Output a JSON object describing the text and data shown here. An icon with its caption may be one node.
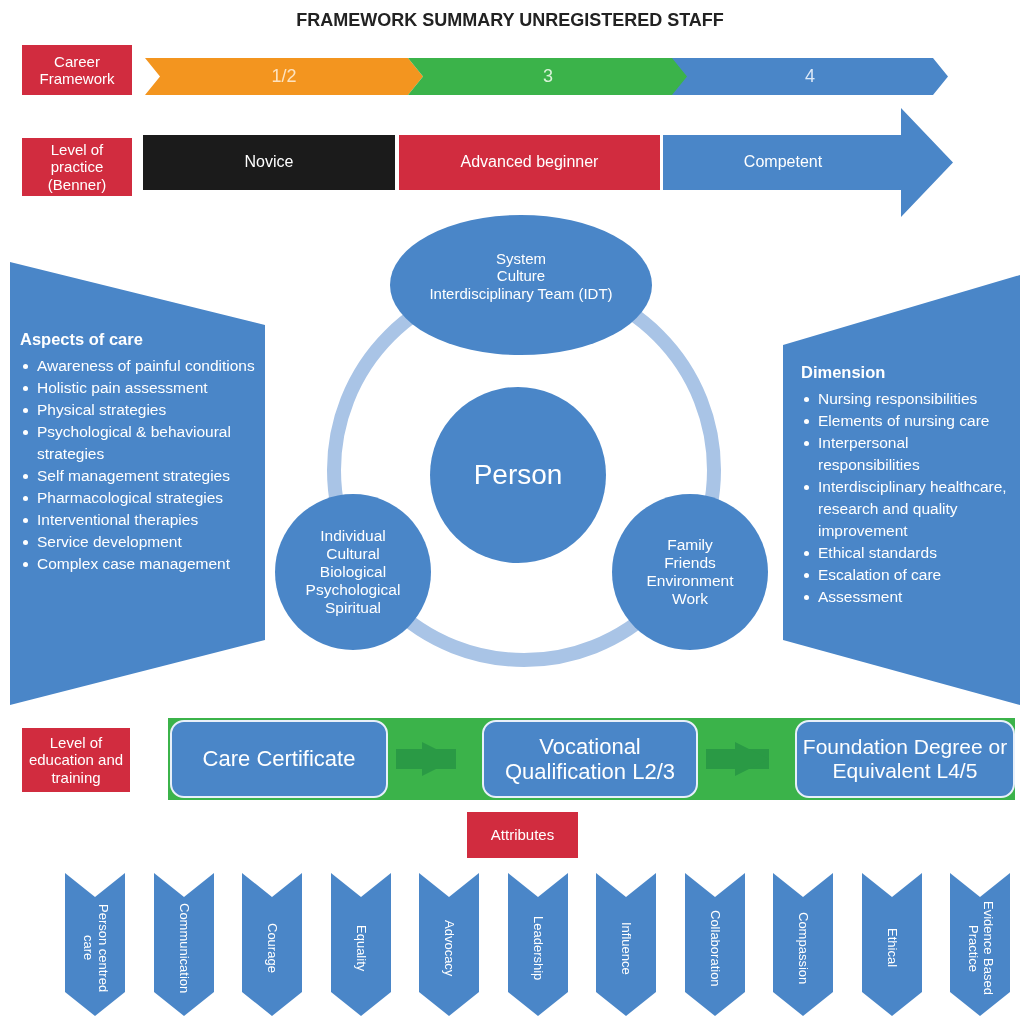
{
  "diagram": {
    "title": "FRAMEWORK SUMMARY UNREGISTERED STAFF",
    "nodes": [
      {
        "text": [
          "Career Framework"
        ]
      },
      {
        "text": [
          "1/2"
        ]
      },
      {
        "text": [
          "3"
        ]
      },
      {
        "text": [
          "4"
        ]
      },
      {
        "text": [
          "Level of practice (Benner)"
        ]
      },
      {
        "text": [
          "Novice"
        ]
      },
      {
        "text": [
          "Advanced beginner"
        ]
      },
      {
        "text": [
          "Competent"
        ]
      },
      {
        "text": [
          "System",
          "Culture",
          "Interdisciplinary Team (IDT)"
        ]
      },
      {
        "text": [
          "Aspects of care",
          "Awareness of painful conditions",
          "Holistic pain assessment",
          "Physical strategies",
          "Psychological & behavioural strategies",
          "Self management strategies",
          "Pharmacological strategies",
          "Interventional therapies",
          "Service development",
          "Complex case management"
        ]
      },
      {
        "text": [
          "Person"
        ]
      },
      {
        "text": [
          "Dimension",
          "Nursing responsibilities",
          "Elements of nursing care",
          "Interpersonal responsibilities",
          "Interdisciplinary healthcare, research and quality improvement",
          "Ethical standards",
          "Escalation of care",
          "Assessment"
        ]
      },
      {
        "text": [
          "Individual",
          "Cultural",
          "Biological",
          "Psychological",
          "Spiritual"
        ]
      },
      {
        "text": [
          "Family",
          "Friends",
          "Environment",
          "Work"
        ]
      },
      {
        "text": [
          "Level of education and training"
        ]
      },
      {
        "text": [
          "Care Certificate"
        ]
      },
      {
        "text": [
          "Vocational Qualification L2/3"
        ]
      },
      {
        "text": [
          "Foundation Degree or Equivalent L4/5"
        ]
      },
      {
        "text": [
          "Attributes"
        ]
      },
      {
        "text": [
          "Person centred care"
        ]
      },
      {
        "text": [
          "Communication"
        ]
      },
      {
        "text": [
          "Courage"
        ]
      },
      {
        "text": [
          "Equality"
        ]
      },
      {
        "text": [
          "Advocacy"
        ]
      },
      {
        "text": [
          "Leadership"
        ]
      },
      {
        "text": [
          "Influence"
        ]
      },
      {
        "text": [
          "Collaboration"
        ]
      },
      {
        "text": [
          "Compassion"
        ]
      },
      {
        "text": [
          "Ethical"
        ]
      },
      {
        "text": [
          "Evidence Based Practice"
        ]
      }
    ],
    "edges": [
      {
        "from": 15,
        "to": 16,
        "arrow": "to"
      },
      {
        "from": 16,
        "to": 17,
        "arrow": "to"
      }
    ]
  }
}
